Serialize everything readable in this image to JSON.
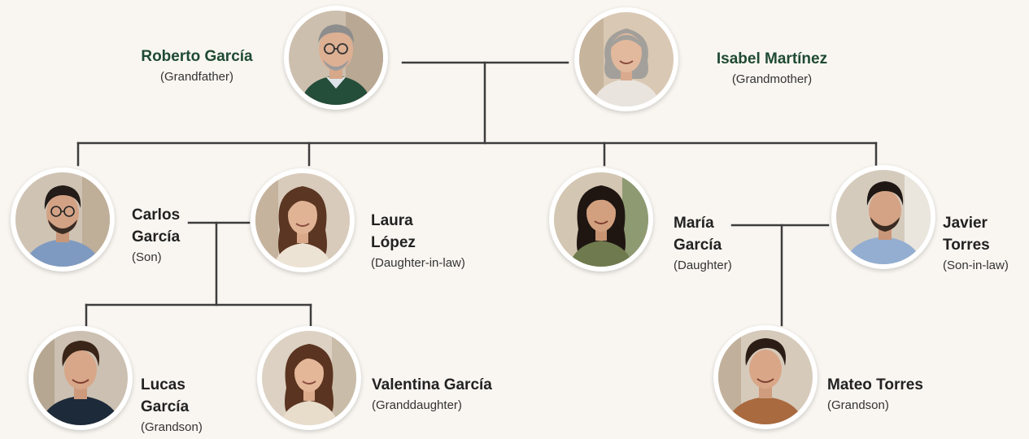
{
  "family": {
    "grandfather": {
      "name": "Roberto García",
      "role": "(Grandfather)"
    },
    "grandmother": {
      "name": "Isabel Martínez",
      "role": "(Grandmother)"
    },
    "carlos": {
      "name_line1": "Carlos",
      "name_line2": "García",
      "role": "(Son)"
    },
    "laura": {
      "name_line1": "Laura",
      "name_line2": "López",
      "role": "(Daughter-in-law)"
    },
    "maria": {
      "name_line1": "María",
      "name_line2": "García",
      "role": "(Daughter)"
    },
    "javier": {
      "name_line1": "Javier",
      "name_line2": "Torres",
      "role": "(Son-in-law)"
    },
    "lucas": {
      "name_line1": "Lucas",
      "name_line2": "García",
      "role": "(Grandson)"
    },
    "valentina": {
      "name": "Valentina García",
      "role": "(Granddaughter)"
    },
    "mateo": {
      "name": "Mateo Torres",
      "role": "(Grandson)"
    }
  },
  "colors": {
    "background": "#f9f6f1",
    "connector": "#3d3d3d",
    "grandparent_name": "#1f4a33"
  }
}
